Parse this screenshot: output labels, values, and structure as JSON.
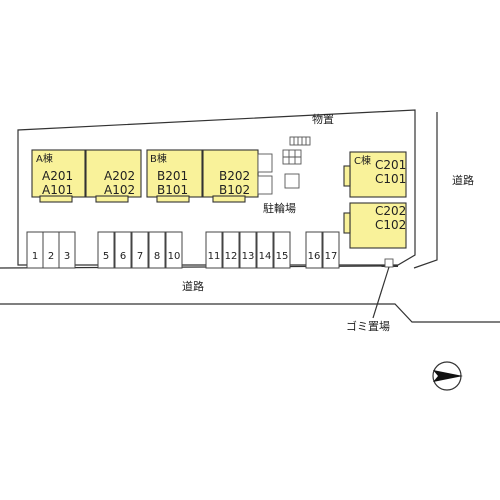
{
  "labels": {
    "storage": "物置",
    "bicycle_parking": "駐輪場",
    "garbage": "ゴミ置場",
    "road_south": "道路",
    "road_east": "道路"
  },
  "buildings": [
    {
      "name": "A棟",
      "units": [
        {
          "top": "A201",
          "bottom": "A101"
        },
        {
          "top": "A202",
          "bottom": "A102"
        }
      ]
    },
    {
      "name": "B棟",
      "units": [
        {
          "top": "B201",
          "bottom": "B101"
        },
        {
          "top": "B202",
          "bottom": "B102"
        }
      ]
    },
    {
      "name": "C棟",
      "units": [
        {
          "top": "C201",
          "bottom": "C101"
        },
        {
          "top": "C202",
          "bottom": "C102"
        }
      ]
    }
  ],
  "parking_numbers": [
    "1",
    "2",
    "3",
    "5",
    "6",
    "7",
    "8",
    "10",
    "11",
    "12",
    "13",
    "14",
    "15",
    "16",
    "17"
  ],
  "compass": {
    "points": "east"
  },
  "colors": {
    "building_fill": "#f9f29a",
    "line": "#333333"
  }
}
